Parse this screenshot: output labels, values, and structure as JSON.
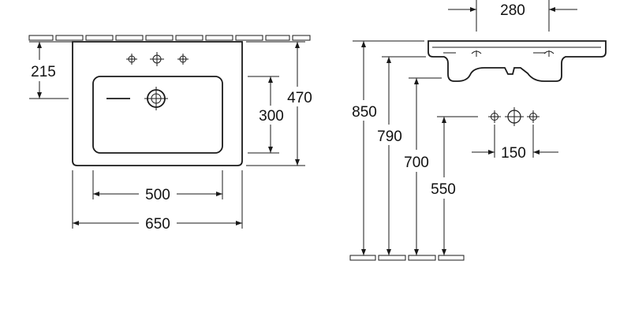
{
  "dimensions": {
    "d215": "215",
    "d470": "470",
    "d300": "300",
    "d500": "500",
    "d650": "650",
    "d280": "280",
    "d850": "850",
    "d790": "790",
    "d700": "700",
    "d550": "550",
    "d150": "150"
  }
}
